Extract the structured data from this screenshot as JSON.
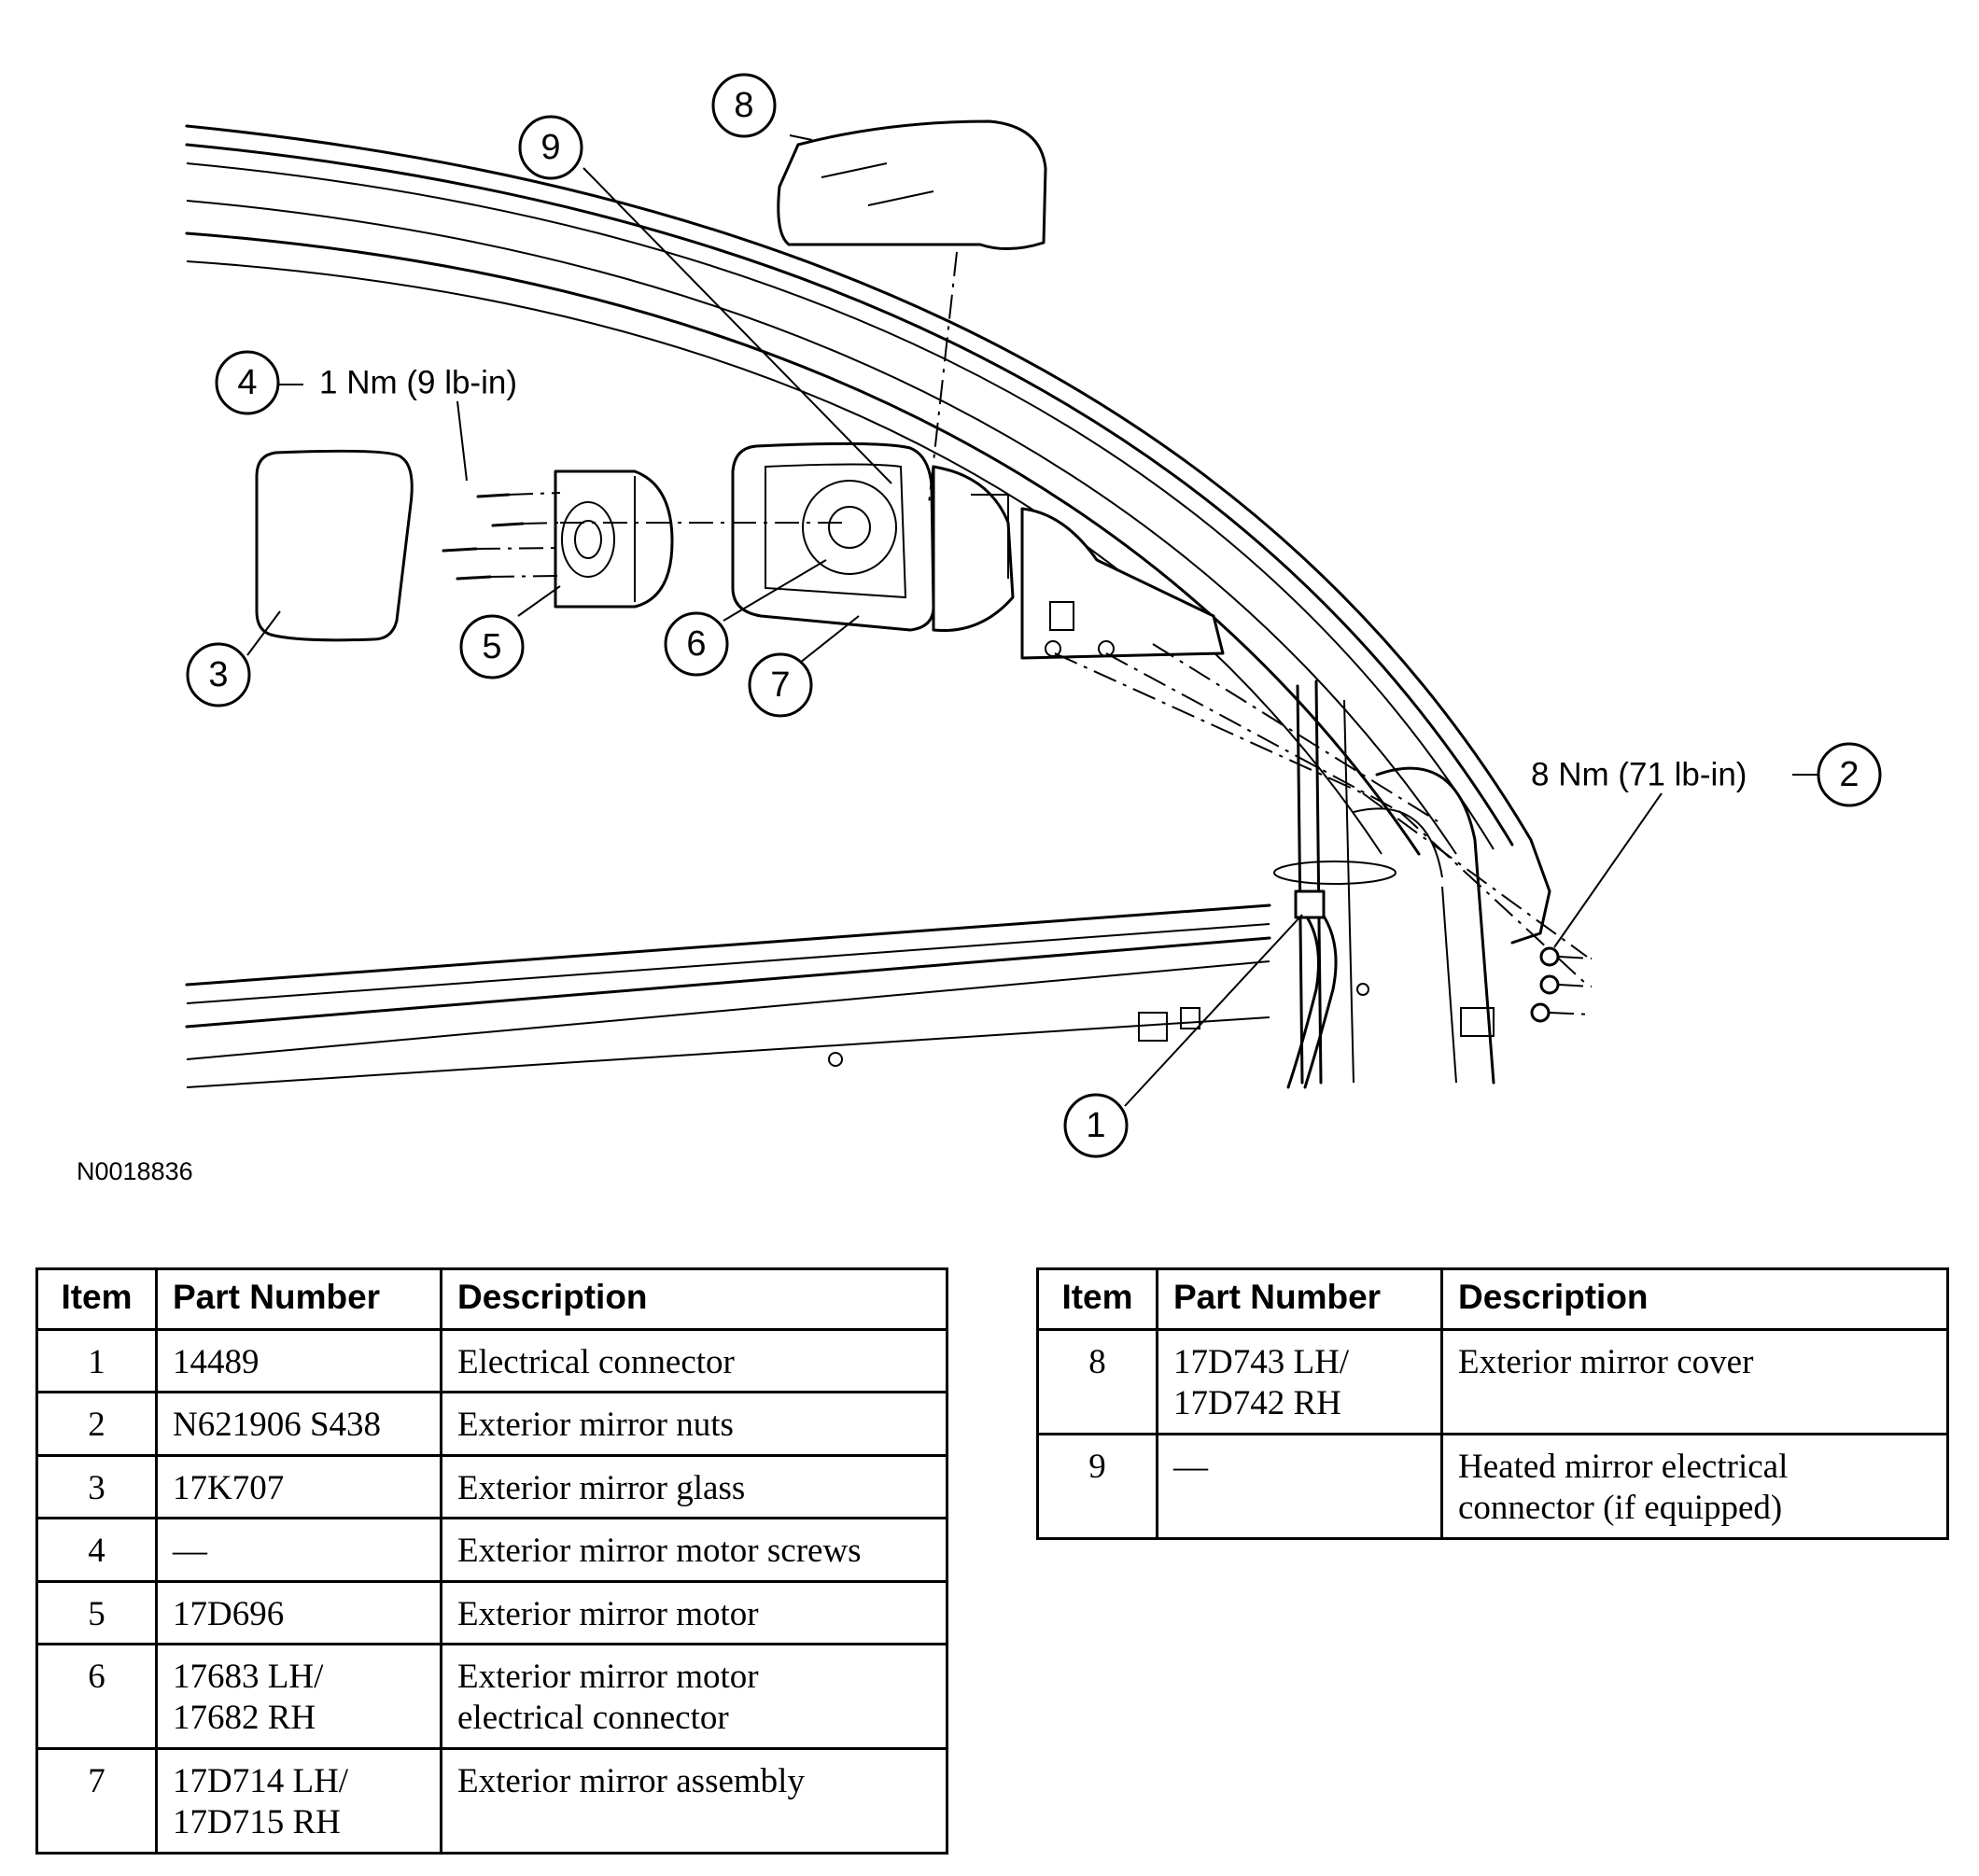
{
  "figure_id": "N0018836",
  "callouts": [
    "1",
    "2",
    "3",
    "4",
    "5",
    "6",
    "7",
    "8",
    "9"
  ],
  "torque_labels": {
    "item4": "1 Nm (9 lb-in)",
    "item2": "8 Nm (71 lb-in)"
  },
  "table_headers": {
    "item": "Item",
    "part_number": "Part Number",
    "description": "Description"
  },
  "parts_left": [
    {
      "item": "1",
      "part": [
        "14489"
      ],
      "desc": [
        "Electrical connector"
      ]
    },
    {
      "item": "2",
      "part": [
        "N621906 S438"
      ],
      "desc": [
        "Exterior mirror nuts"
      ]
    },
    {
      "item": "3",
      "part": [
        "17K707"
      ],
      "desc": [
        "Exterior mirror glass"
      ]
    },
    {
      "item": "4",
      "part": [
        "—"
      ],
      "desc": [
        "Exterior mirror motor screws"
      ]
    },
    {
      "item": "5",
      "part": [
        "17D696"
      ],
      "desc": [
        "Exterior mirror motor"
      ]
    },
    {
      "item": "6",
      "part": [
        "17683 LH/",
        "17682 RH"
      ],
      "desc": [
        "Exterior mirror motor",
        "electrical connector"
      ]
    },
    {
      "item": "7",
      "part": [
        "17D714 LH/",
        "17D715 RH"
      ],
      "desc": [
        "Exterior mirror assembly"
      ]
    }
  ],
  "parts_right": [
    {
      "item": "8",
      "part": [
        "17D743 LH/",
        "17D742 RH"
      ],
      "desc": [
        "Exterior mirror cover"
      ]
    },
    {
      "item": "9",
      "part": [
        "—"
      ],
      "desc": [
        "Heated mirror electrical",
        "connector (if equipped)"
      ]
    }
  ]
}
